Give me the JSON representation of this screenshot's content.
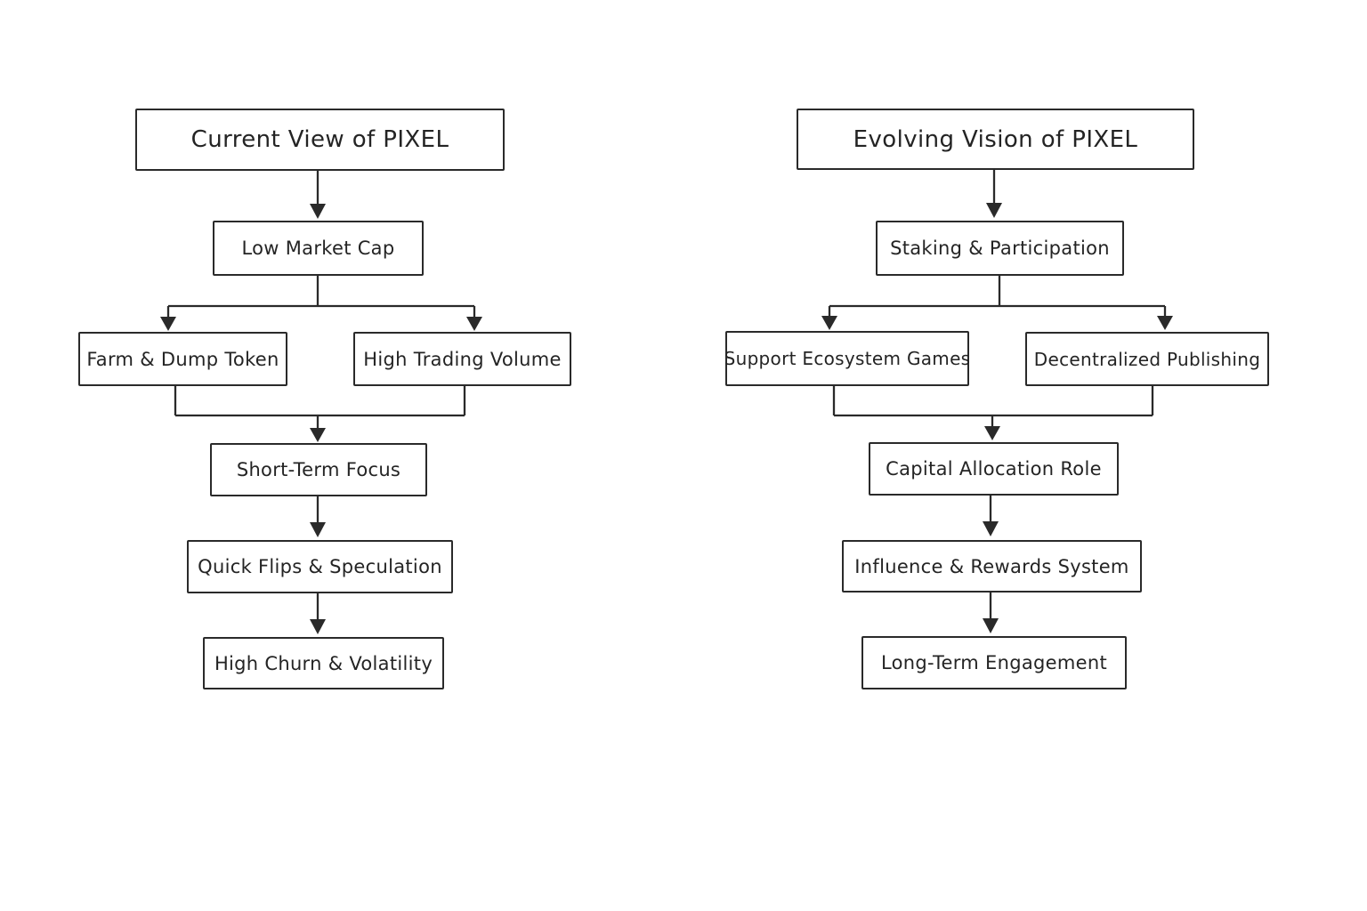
{
  "diagram_type": "flowchart-comparison",
  "left_flow": {
    "title": "Current View of PIXEL",
    "low_market_cap": "Low Market Cap",
    "farm_dump": "Farm & Dump Token",
    "high_trading_volume": "High Trading Volume",
    "short_term_focus": "Short-Term Focus",
    "quick_flips": "Quick Flips & Speculation",
    "high_churn": "High Churn & Volatility",
    "edges": [
      {
        "from": "Current View of PIXEL",
        "to": "Low Market Cap"
      },
      {
        "from": "Low Market Cap",
        "to": "Farm & Dump Token"
      },
      {
        "from": "Low Market Cap",
        "to": "High Trading Volume"
      },
      {
        "from": "Farm & Dump Token",
        "to": "Short-Term Focus"
      },
      {
        "from": "High Trading Volume",
        "to": "Short-Term Focus"
      },
      {
        "from": "Short-Term Focus",
        "to": "Quick Flips & Speculation"
      },
      {
        "from": "Quick Flips & Speculation",
        "to": "High Churn & Volatility"
      }
    ]
  },
  "right_flow": {
    "title": "Evolving Vision of PIXEL",
    "staking": "Staking & Participation",
    "support_games": "Support Ecosystem Games",
    "decentralized_publishing": "Decentralized Publishing",
    "capital_allocation": "Capital Allocation Role",
    "influence_rewards": "Influence & Rewards System",
    "long_term": "Long-Term Engagement",
    "edges": [
      {
        "from": "Evolving Vision of PIXEL",
        "to": "Staking & Participation"
      },
      {
        "from": "Staking & Participation",
        "to": "Support Ecosystem Games"
      },
      {
        "from": "Staking & Participation",
        "to": "Decentralized Publishing"
      },
      {
        "from": "Support Ecosystem Games",
        "to": "Capital Allocation Role"
      },
      {
        "from": "Decentralized Publishing",
        "to": "Capital Allocation Role"
      },
      {
        "from": "Capital Allocation Role",
        "to": "Influence & Rewards System"
      },
      {
        "from": "Influence & Rewards System",
        "to": "Long-Term Engagement"
      }
    ]
  },
  "colors": {
    "line": "#2a2a2a",
    "background": "#ffffff",
    "box_fill": "#ffffff",
    "text": "#242424"
  }
}
